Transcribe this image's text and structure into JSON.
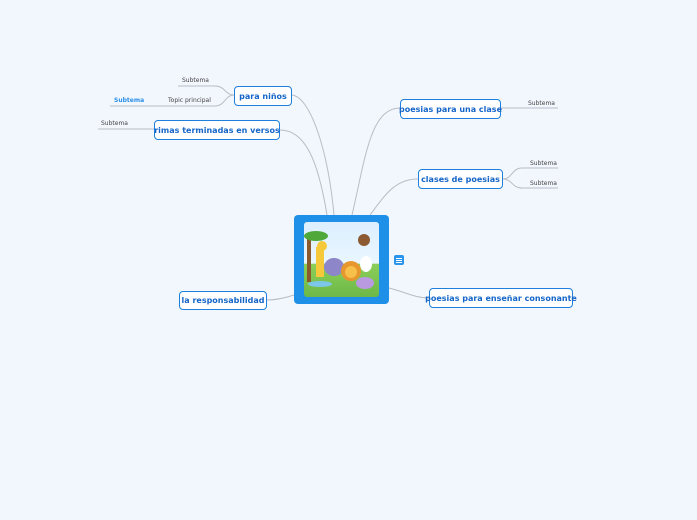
{
  "central": {
    "image": "jungle-animals-illustration",
    "note_icon": "notes-icon"
  },
  "nodes": {
    "para_ninos": "para niños",
    "rimas": "rimas terminadas en versos",
    "poesias_clase": "poesias para una clase",
    "clases_poesias": "clases de poesias",
    "poesias_consonante": "poesias para enseñar consonante",
    "responsabilidad": "la responsabilidad"
  },
  "subtopics": {
    "para_ninos_1": "Subtema",
    "para_ninos_2": "Topic principal",
    "topic_principal_sub": "Subtema",
    "rimas_1": "Subtema",
    "poesias_clase_1": "Subtema",
    "clases_poesias_1": "Subtema",
    "clases_poesias_2": "Subtema"
  },
  "colors": {
    "accent": "#1e90e8",
    "background": "#f2f6fd",
    "text": "#1565c8"
  }
}
